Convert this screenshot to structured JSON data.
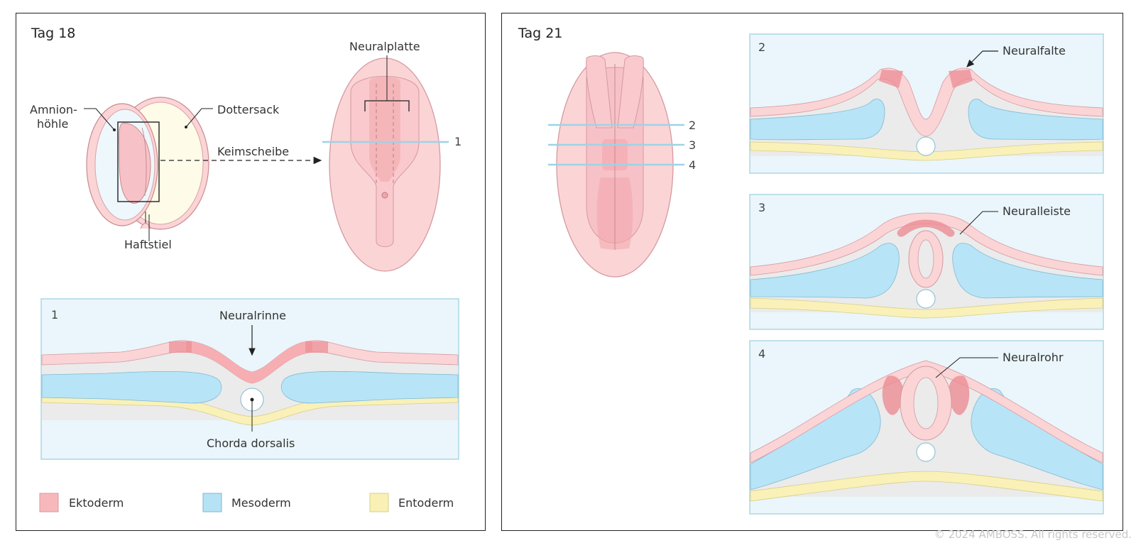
{
  "left_panel": {
    "title": "Tag 18",
    "labels": {
      "amnion": "Amnion-",
      "amnion2": "höhle",
      "dottersack": "Dottersack",
      "keimscheibe": "Keimscheibe",
      "haftstiel": "Haftstiel",
      "neuralplatte": "Neuralplatte",
      "section_1": "1"
    },
    "cross_section": {
      "number": "1",
      "neuralrinne": "Neuralrinne",
      "chorda": "Chorda dorsalis"
    }
  },
  "right_panel": {
    "title": "Tag 21",
    "section_marks": [
      "2",
      "3",
      "4"
    ],
    "sections": [
      {
        "number": "2",
        "label": "Neuralfalte"
      },
      {
        "number": "3",
        "label": "Neuralleiste"
      },
      {
        "number": "4",
        "label": "Neuralrohr"
      }
    ]
  },
  "legend": [
    {
      "label": "Ektoderm",
      "color": "#f7b8bc"
    },
    {
      "label": "Mesoderm",
      "color": "#b6e2f5"
    },
    {
      "label": "Entoderm",
      "color": "#f8f0b4"
    }
  ],
  "colors": {
    "ectoderm": "#fbd4d6",
    "ectoderm_dark": "#f3a5ab",
    "mesoderm": "#b8e4f7",
    "endoderm": "#f9f1b8",
    "ground": "#ebebeb",
    "frame_bg": "#eaf6fb",
    "frame_border": "#a8d4e4"
  },
  "copyright": "© 2024 AMBOSS. All rights reserved."
}
